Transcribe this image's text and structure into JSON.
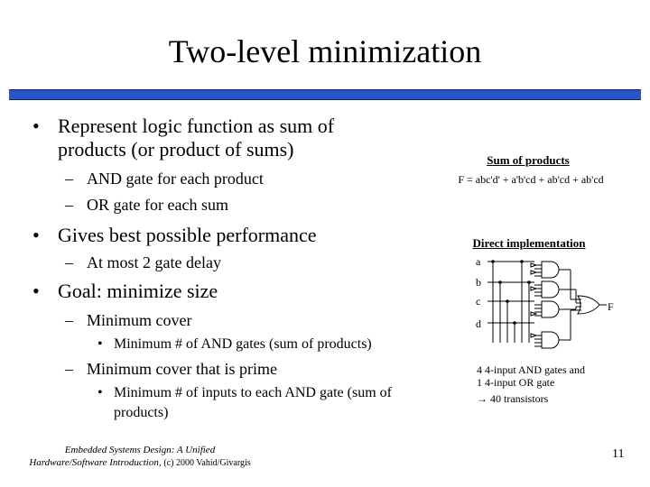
{
  "slide": {
    "title": "Two-level minimization",
    "bullets": [
      {
        "text": "Represent logic function as sum of products (or product of sums)",
        "line1": "Represent logic function as sum of",
        "line2": "products (or product of sums)",
        "subs": [
          "AND gate for each product",
          "OR gate for each sum"
        ]
      },
      {
        "text": "Gives best possible performance",
        "subs": [
          "At most 2 gate delay"
        ]
      },
      {
        "text": "Goal: minimize size",
        "subs": [
          {
            "text": "Minimum cover",
            "subs": [
              "Minimum # of AND gates (sum of products)"
            ]
          },
          {
            "text": "Minimum cover that is prime",
            "subs": [
              "Minimum # of inputs to each AND gate (sum of products)"
            ],
            "subs_lines": [
              "Minimum # of inputs to each AND gate (sum of",
              "products)"
            ]
          }
        ]
      }
    ],
    "sidebar": {
      "sop_heading": "Sum of products",
      "equation": "F = abc'd' + a'b'cd + ab'cd + ab'cd",
      "direct_heading": "Direct implementation",
      "inputs": [
        "a",
        "b",
        "c",
        "d"
      ],
      "output": "F",
      "note_line1": "4 4-input AND gates and",
      "note_line2": "1 4-input OR gate",
      "note_line3": "→ 40 transistors"
    },
    "footer": {
      "line1": "Embedded Systems Design: A Unified",
      "line2_italic": "Hardware/Software Introduction,",
      "line2_plain": "(c) 2000 Vahid/Givargis"
    },
    "page_number": "11",
    "colors": {
      "rule": "#2a55c8",
      "text": "#000000",
      "background": "#ffffff"
    }
  }
}
